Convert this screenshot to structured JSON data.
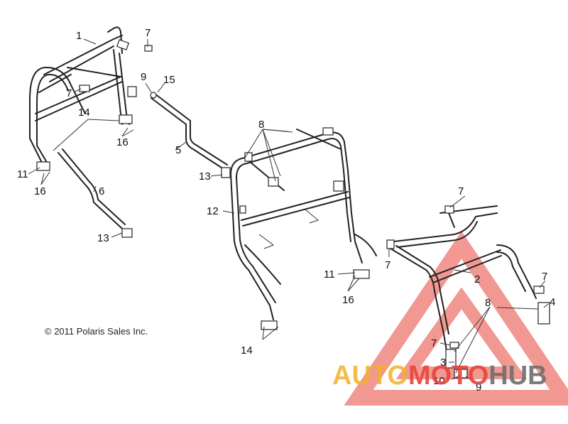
{
  "callouts": {
    "c1": "1",
    "c7a": "7",
    "c7b": "7",
    "c9a": "9",
    "c15": "15",
    "c14a": "14",
    "c16a": "16",
    "c5": "5",
    "c11a": "11",
    "c16b": "16",
    "c6": "6",
    "c13a": "13",
    "c13b": "13",
    "c8a": "8",
    "c12": "12",
    "c7c": "7",
    "c7d": "7",
    "c11b": "11",
    "c16c": "16",
    "c2": "2",
    "c7e": "7",
    "c4": "4",
    "c8b": "8",
    "c14b": "14",
    "c7f": "7",
    "c3": "3",
    "c10": "10",
    "c9b": "9"
  },
  "copyright": "© 2011 Polaris Sales Inc.",
  "watermark": {
    "part1": "AUTO",
    "part2": "MOTO",
    "part3": "HUB",
    "color_triangle": "#e8453c",
    "color_auto": "#f0b228",
    "color_hub": "#6e6e6e"
  }
}
